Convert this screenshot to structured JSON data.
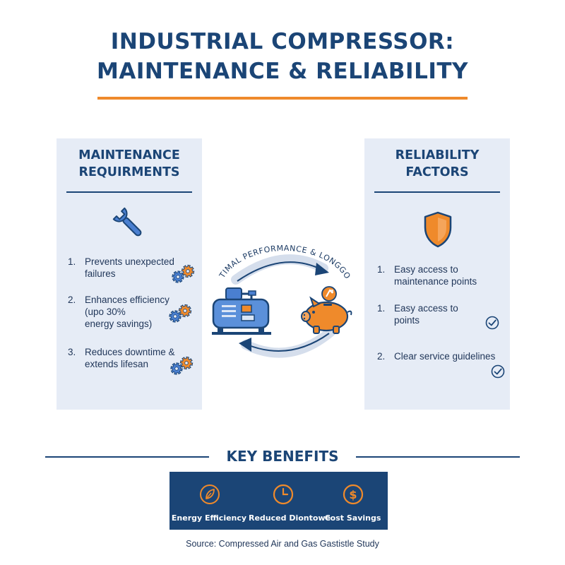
{
  "title": {
    "line1": "INDUSTRIAL COMPRESSOR:",
    "line2": "MAINTENANCE & RELIABILITY"
  },
  "maintenance": {
    "title_line1": "MAINTENANCE",
    "title_line2": "REQUIRMENTS",
    "icon": "wrench-icon",
    "items": [
      {
        "num": "1.",
        "lines": [
          "Prevents unexpected",
          "failures"
        ],
        "icon": "gears-icon"
      },
      {
        "num": "2.",
        "lines": [
          "Enhances efficiency",
          "(upo 30%",
          "energy savings)"
        ],
        "icon": "gears-icon"
      },
      {
        "num": "3.",
        "lines": [
          "Reduces downtime &",
          "extends lifesan"
        ],
        "icon": "gears-icon"
      }
    ]
  },
  "reliability": {
    "title_line1": "RELIABILITY",
    "title_line2": "FACTORS",
    "icon": "shield-icon",
    "items": [
      {
        "num": "1.",
        "lines": [
          "Easy access to",
          "maintenance points"
        ],
        "icon": ""
      },
      {
        "num": "1.",
        "lines": [
          "Easy access to",
          "points"
        ],
        "icon": "check-circle-icon"
      },
      {
        "num": "2.",
        "lines": [
          "Clear service guidelines"
        ],
        "icon": "check-circle-icon"
      }
    ]
  },
  "center": {
    "arc_label": "OPTIMAL PERFORMANCE & LONGGOTY",
    "left_icon": "compressor-icon",
    "right_icon": "piggy-bank-icon"
  },
  "key_benefits": {
    "title": "KEY BENEFITS",
    "items": [
      {
        "label": "Energy Efficiency",
        "icon": "leaf-icon"
      },
      {
        "label": "Reduced Diontowe",
        "icon": "clock-icon"
      },
      {
        "label": "Cost Savings",
        "icon": "dollar-icon"
      }
    ]
  },
  "source": "Source: Compressed Air and Gas Gastistle Study",
  "colors": {
    "navy": "#1b4576",
    "orange": "#ef8a2b",
    "panel": "#e6ecf6",
    "light_blue": "#4a7fd0"
  }
}
